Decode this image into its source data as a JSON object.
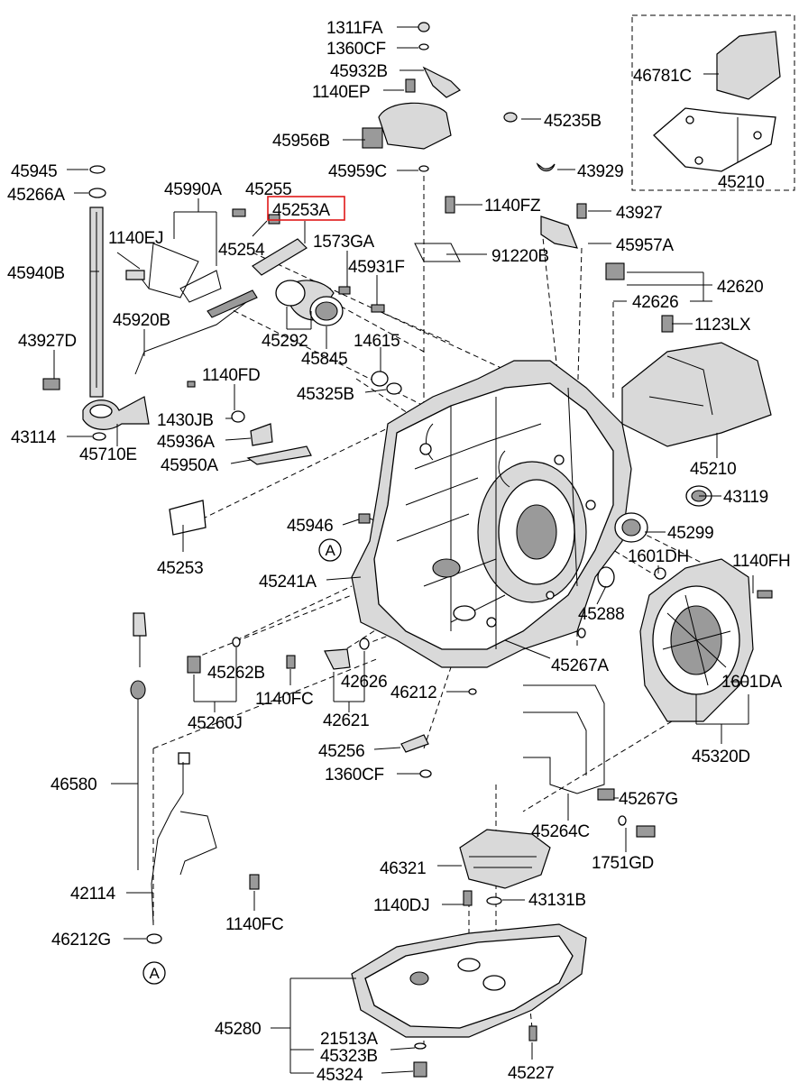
{
  "labels": {
    "p1311FA": "1311FA",
    "p1360CF_top": "1360CF",
    "p45932B": "45932B",
    "p1140EP": "1140EP",
    "p45956B": "45956B",
    "p45959C": "45959C",
    "p45235B": "45235B",
    "p43929": "43929",
    "p46781C": "46781C",
    "p45210_box": "45210",
    "p45945": "45945",
    "p45266A": "45266A",
    "p45990A": "45990A",
    "p45255": "45255",
    "p45253A": "45253A",
    "p1140FZ": "1140FZ",
    "p43927": "43927",
    "p1140EJ": "1140EJ",
    "p45254": "45254",
    "p1573GA": "1573GA",
    "p91220B": "91220B",
    "p45957A": "45957A",
    "p45940B": "45940B",
    "p45931F": "45931F",
    "p42620": "42620",
    "p42626_top": "42626",
    "p45920B": "45920B",
    "p45292": "45292",
    "p14615": "14615",
    "p1123LX": "1123LX",
    "p43927D": "43927D",
    "p45845": "45845",
    "p1140FD": "1140FD",
    "p45325B": "45325B",
    "p43114": "43114",
    "p1430JB": "1430JB",
    "p45710E": "45710E",
    "p45936A": "45936A",
    "p45950A": "45950A",
    "p45210_main": "45210",
    "p43119": "43119",
    "p45946": "45946",
    "p45299": "45299",
    "p45253": "45253",
    "p1601DH": "1601DH",
    "p1140FH": "1140FH",
    "p45241A": "45241A",
    "p45288": "45288",
    "p45262B": "45262B",
    "p42626_mid": "42626",
    "p45267A": "45267A",
    "p1601DA": "1601DA",
    "p1140FC_mid": "1140FC",
    "p46212": "46212",
    "p45260J": "45260J",
    "p42621": "42621",
    "p45320D": "45320D",
    "p45256": "45256",
    "p1360CF_low": "1360CF",
    "p46580": "46580",
    "p45264C": "45264C",
    "p45267G": "45267G",
    "p46321": "46321",
    "p1751GD": "1751GD",
    "p42114": "42114",
    "p1140DJ": "1140DJ",
    "p43131B": "43131B",
    "p1140FC_low": "1140FC",
    "p46212G": "46212G",
    "p45280": "45280",
    "p21513A": "21513A",
    "p45323B": "45323B",
    "p45227": "45227",
    "p45324": "45324",
    "ref_A": "A"
  },
  "highlight": {
    "part": "45253A",
    "color": "#e01818"
  }
}
